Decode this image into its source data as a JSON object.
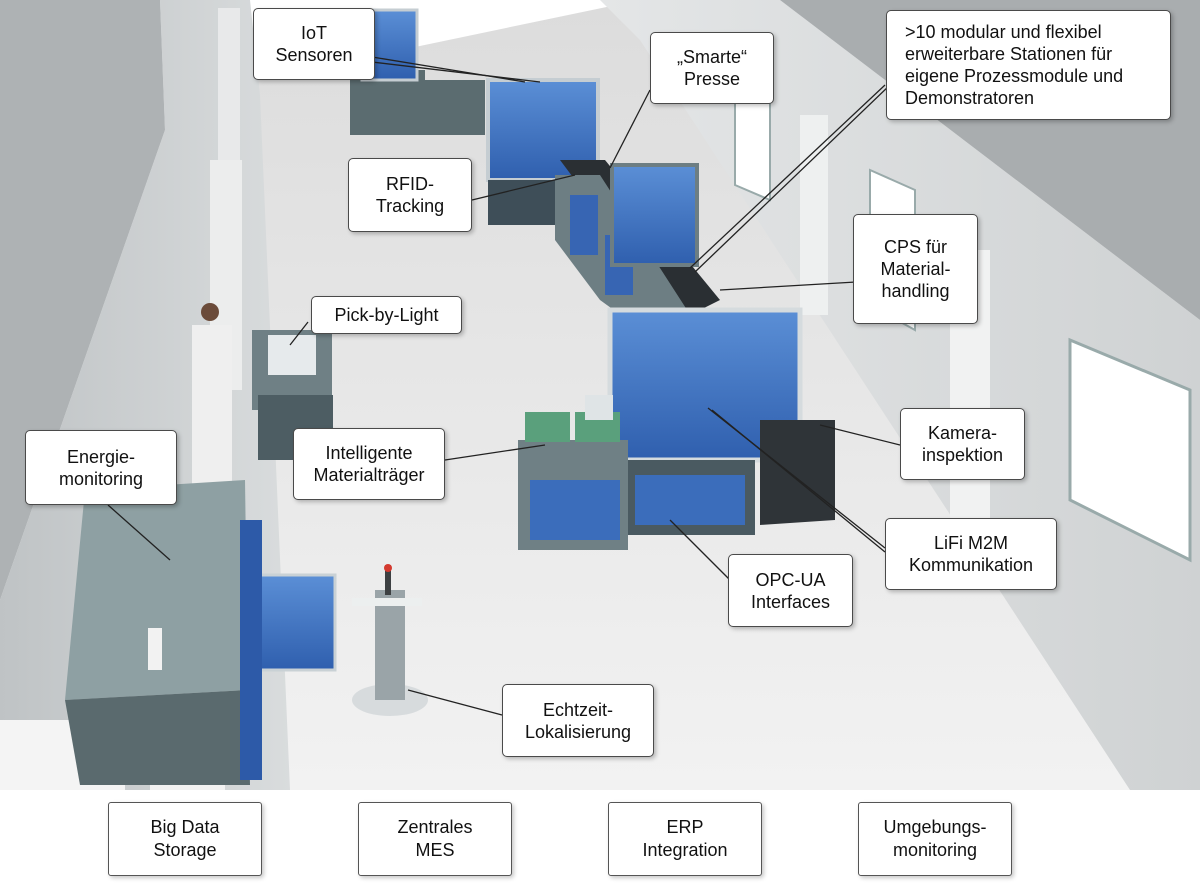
{
  "callouts": {
    "iot": "IoT\nSensoren",
    "presse": "„Smarte“\nPresse",
    "stationen": ">10 modular und  flexibel\nerweiterbare Stationen für\neigene Prozessmodule und\nDemonstratoren",
    "rfid": "RFID-\nTracking",
    "cps": "CPS für\nMaterial-\nhandling",
    "pick": "Pick-by-Light",
    "kamera": "Kamera-\ninspektion",
    "traeger": "Intelligente\nMaterialträger",
    "energie": "Energie-\nmonitoring",
    "lifi": "LiFi M2M\nKommunikation",
    "opcua": "OPC-UA\nInterfaces",
    "echtzeit": "Echtzeit-\nLokalisierung"
  },
  "footer": {
    "bigdata": "Big Data\nStorage",
    "mes": "Zentrales\nMES",
    "erp": "ERP\nIntegration",
    "umgebung": "Umgebungs-\nmonitoring"
  }
}
